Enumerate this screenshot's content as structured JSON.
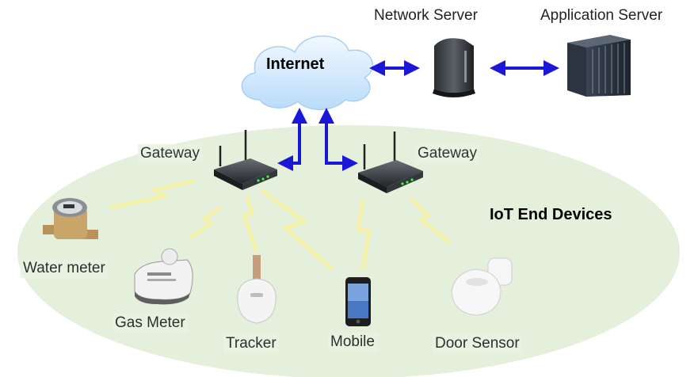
{
  "diagram": {
    "cloud_label": "Internet",
    "network_server": "Network Server",
    "application_server": "Application Server",
    "gateway_left": "Gateway",
    "gateway_right": "Gateway",
    "area_label": "IoT End Devices",
    "devices": {
      "water_meter": "Water meter",
      "gas_meter": "Gas Meter",
      "tracker": "Tracker",
      "mobile": "Mobile",
      "door_sensor": "Door Sensor"
    }
  },
  "colors": {
    "area_fill": "#e4efdc",
    "link_arrow": "#1a17d6",
    "radio_bolt": "#f3f1a8",
    "cloud_fill": "#cfe6fb"
  },
  "icons": [
    "cloud-icon",
    "modem-icon",
    "server-rack-icon",
    "router-icon",
    "water-meter-icon",
    "gas-meter-icon",
    "tracker-icon",
    "mobile-phone-icon",
    "door-sensor-icon"
  ]
}
